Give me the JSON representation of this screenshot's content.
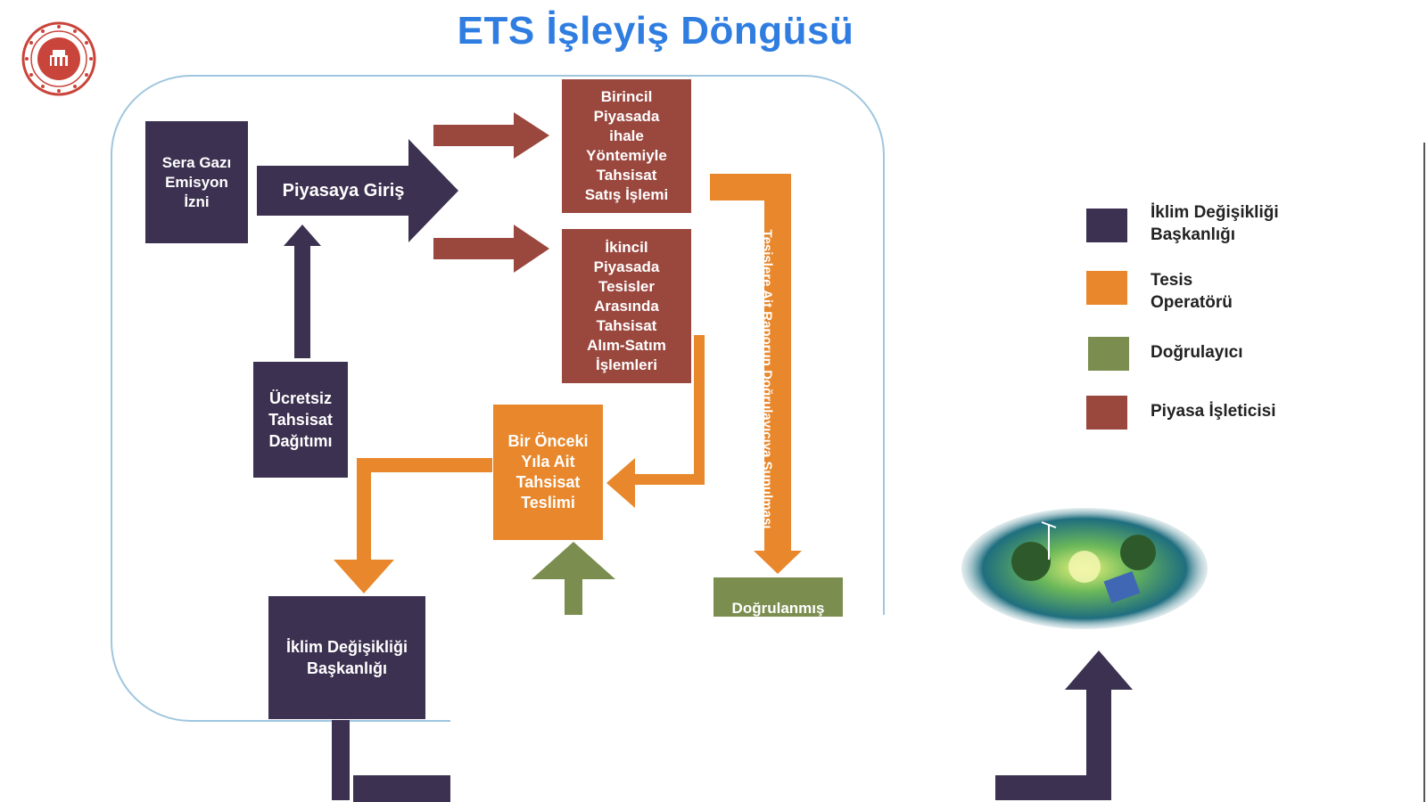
{
  "slide": {
    "title": "ETS İşleyiş Döngüsü"
  },
  "diagram": {
    "nodes": {
      "permit": "Sera Gazı\nEmisyon\nİzni",
      "market_entry": "Piyasaya Giriş",
      "free_allocation": "Ücretsiz\nTahsisat\nDağıtımı",
      "primary_market": "Birincil\nPiyasada\nihale\nYöntemiyle\nTahsisat\nSatış İşlemi",
      "secondary_market": "İkincil\nPiyasada\nTesisler\nArasında\nTahsisat\nAlım-Satım\nİşlemleri",
      "surrender": "Bir Önceki\nYıla Ait\nTahsisat\nTeslimi",
      "ministry": "İklim Değişikliği\nBaşkanlığı",
      "verified_partial": "Doğrulanmış",
      "report_arrow_label": "Tesislere Ait Raporun Doğrulayıcıya Sunulması"
    }
  },
  "legend": {
    "items": [
      {
        "label": "İklim Değişikliği\nBaşkanlığı",
        "color": "#3c3150"
      },
      {
        "label": "Tesis\nOperatörü",
        "color": "#e8872b"
      },
      {
        "label": "Doğrulayıcı",
        "color": "#7b8e4f"
      },
      {
        "label": "Piyasa İşleticisi",
        "color": "#9a473e"
      }
    ]
  },
  "icons": {
    "logo": "institution-seal-icon",
    "globe": "green-earth-icon"
  }
}
